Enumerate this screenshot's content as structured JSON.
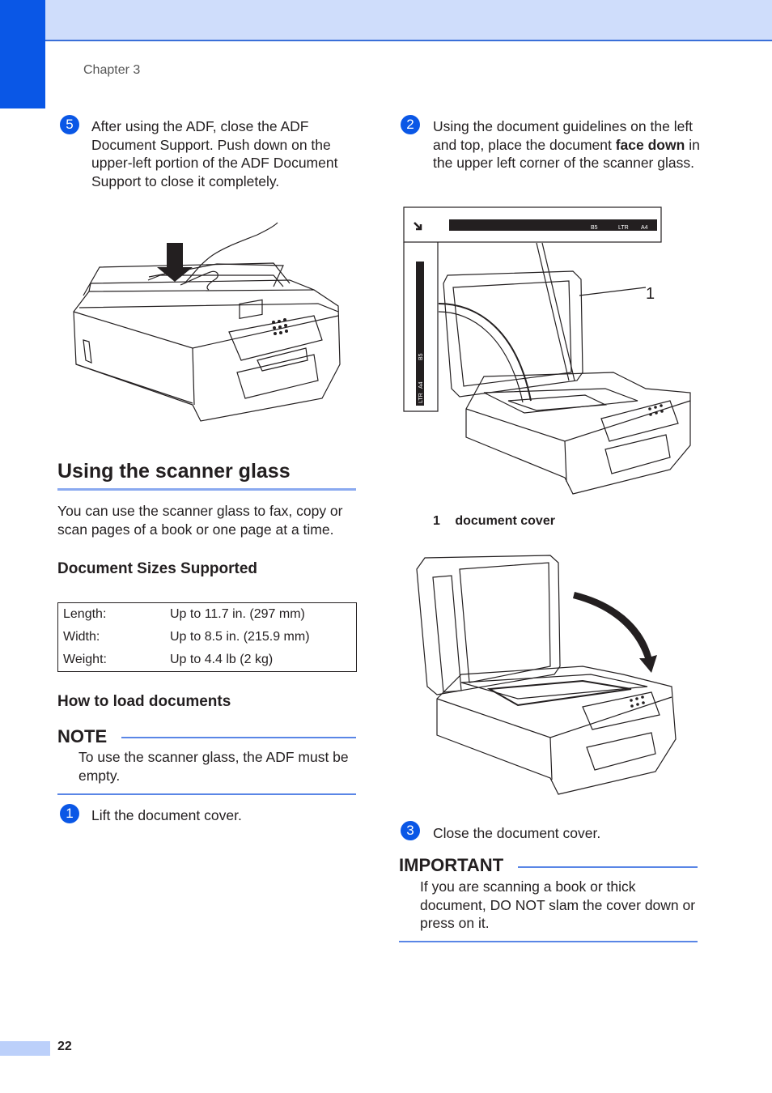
{
  "header": {
    "chapter": "Chapter 3"
  },
  "left": {
    "step5": {
      "badge": "5",
      "text": "After using the ADF, close the ADF Document Support. Push down on the upper-left portion of the ADF Document Support to close it completely."
    },
    "section_title": "Using the scanner glass",
    "intro": "You can use the scanner glass to fax, copy or scan pages of a book or one page at a time.",
    "sizes_title": "Document Sizes Supported",
    "sizes": [
      {
        "label": "Length:",
        "value": "Up to 11.7 in. (297 mm)"
      },
      {
        "label": "Width:",
        "value": "Up to 8.5 in. (215.9 mm)"
      },
      {
        "label": "Weight:",
        "value": "Up to 4.4 lb (2 kg)"
      }
    ],
    "load_title": "How to load documents",
    "note": {
      "title": "NOTE",
      "text": "To use the scanner glass, the ADF must be empty."
    },
    "step1": {
      "badge": "1",
      "text": "Lift the document cover."
    }
  },
  "right": {
    "step2": {
      "badge": "2",
      "text_a": "Using the document guidelines on the left and top, place the document",
      "text_bold": "face down",
      "text_b": "in the upper left corner of the scanner glass."
    },
    "guide_labels": {
      "b5": "B5",
      "ltr": "LTR",
      "a4": "A4"
    },
    "callout_number": "1",
    "legend": {
      "num": "1",
      "label": "document cover"
    },
    "step3": {
      "badge": "3",
      "text": "Close the document cover."
    },
    "important": {
      "title": "IMPORTANT",
      "text": "If you are scanning a book or thick document, DO NOT slam the cover down or press on it."
    }
  },
  "footer": {
    "page_number": "22"
  },
  "colors": {
    "accent": "#0a57e6",
    "band": "#cfddfb",
    "rule": "#8aa9f0"
  }
}
